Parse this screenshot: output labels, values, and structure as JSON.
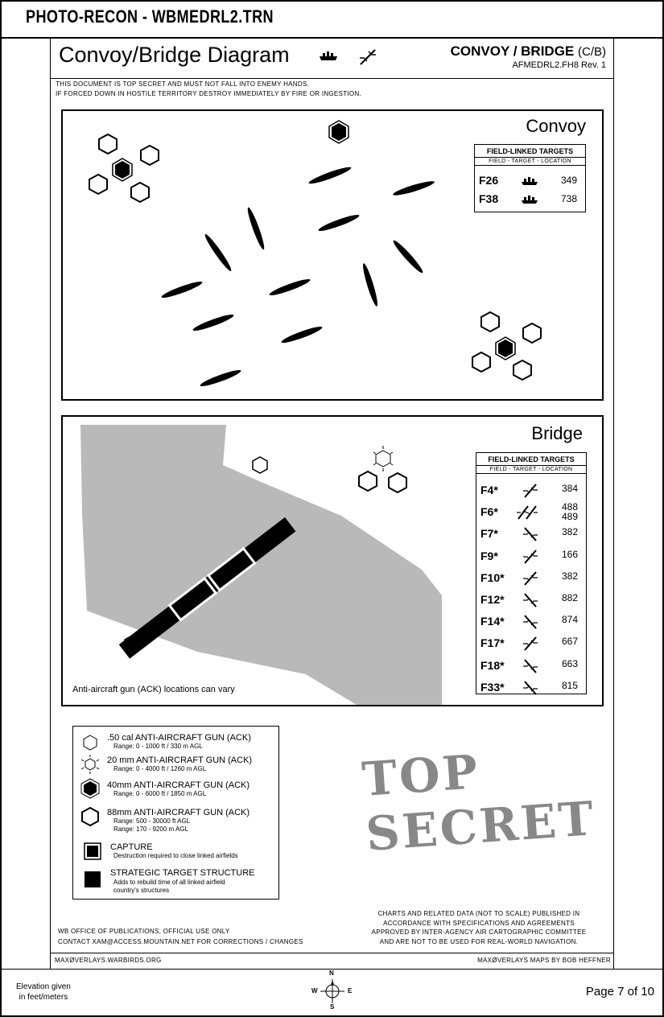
{
  "header": {
    "title": "PHOTO-RECON  - WBMEDRL2.TRN"
  },
  "doc": {
    "title": "Convoy/Bridge Diagram",
    "code": "CONVOY / BRIDGE",
    "code_suffix": "(C/B)",
    "file": "AFMEDRL2.FH8  Rev. 1",
    "warning_1": "THIS DOCUMENT IS TOP SECRET AND MUST NOT FALL INTO ENEMY HANDS.",
    "warning_2": "IF FORCED DOWN IN HOSTILE TERRITORY DESTROY IMMEDIATELY BY FIRE OR INGESTION."
  },
  "convoy": {
    "title": "Convoy",
    "table": {
      "heading": "FIELD-LINKED TARGETS",
      "subheading": "FIELD  -  TARGET  -  LOCATION",
      "rows": [
        {
          "field": "F26",
          "location": "349"
        },
        {
          "field": "F38",
          "location": "738"
        }
      ]
    }
  },
  "bridge": {
    "title": "Bridge",
    "note": "Anti-aircraft gun (ACK) locations can vary",
    "table": {
      "heading": "FIELD-LINKED TARGETS",
      "subheading": "FIELD  -  TARGET  -  LOCATION",
      "rows": [
        {
          "field": "F4*",
          "location": "384",
          "location2": "",
          "icon": "bridge-a-icon"
        },
        {
          "field": "F6*",
          "location": "488",
          "location2": "489",
          "icon": "bridge-double-icon"
        },
        {
          "field": "F7*",
          "location": "382",
          "location2": "",
          "icon": "bridge-b-icon"
        },
        {
          "field": "F9*",
          "location": "166",
          "location2": "",
          "icon": "bridge-a-icon"
        },
        {
          "field": "F10*",
          "location": "382",
          "location2": "",
          "icon": "bridge-a-icon"
        },
        {
          "field": "F12*",
          "location": "882",
          "location2": "",
          "icon": "bridge-b-icon"
        },
        {
          "field": "F14*",
          "location": "874",
          "location2": "",
          "icon": "bridge-b-icon"
        },
        {
          "field": "F17*",
          "location": "667",
          "location2": "",
          "icon": "bridge-a-icon"
        },
        {
          "field": "F18*",
          "location": "663",
          "location2": "",
          "icon": "bridge-b-icon"
        },
        {
          "field": "F33*",
          "location": "815",
          "location2": "",
          "icon": "bridge-b-icon"
        }
      ]
    }
  },
  "legend": {
    "items": [
      {
        "icon": "hexagon-small-icon",
        "title": ".50 cal  ANTI-AIRCRAFT GUN (ACK)",
        "sub1": "Range: 0 - 1000 ft / 330 m AGL",
        "sub2": ""
      },
      {
        "icon": "hexagon-burst-icon",
        "title": "20 mm ANTI-AIRCRAFT GUN (ACK)",
        "sub1": "Range: 0 - 4000 ft / 1260 m AGL",
        "sub2": ""
      },
      {
        "icon": "hexagon-filled-icon",
        "title": "40mm ANTI-AIRCRAFT GUN  (ACK)",
        "sub1": "Range: 0 - 6000 ft / 1850 m AGL",
        "sub2": ""
      },
      {
        "icon": "hexagon-large-icon",
        "title": "88mm ANTI-AIRCRAFT GUN  (ACK)",
        "sub1": "Range: 500 - 30000 ft AGL",
        "sub2": "Range: 170 - 9200 m AGL"
      },
      {
        "icon": "capture-icon",
        "title": "CAPTURE",
        "sub1": "Destruction required to close linked airfields",
        "sub2": ""
      },
      {
        "icon": "strategic-target-icon",
        "title": "STRATEGIC TARGET STRUCTURE",
        "sub1": "Adds to rebuild time of all linked airfield",
        "sub2": "country's structures"
      }
    ]
  },
  "stamp": "TOP SECRET",
  "footer": {
    "office_1": "WB OFFICE OF PUBLICATIONS, OFFICIAL USE ONLY",
    "office_2": "CONTACT XAM@ACCESS.MOUNTAIN.NET FOR CORRECTIONS / CHANGES",
    "charts_1": "CHARTS AND RELATED DATA (NOT TO SCALE) PUBLISHED IN",
    "charts_2": "ACCORDANCE WITH SPECIFICATIONS AND AGREEMENTS",
    "charts_3": "APPROVED BY INTER-AGENCY AIR CARTOGRAPHIC COMMITTEE",
    "charts_4": "AND ARE NOT TO BE USED FOR REAL-WORLD NAVIGATION.",
    "site": "MAXØVERLAYS.WARBIRDS.ORG",
    "credit": "MAXØVERLAYS MAPS BY BOB HEFFNER",
    "elevation_1": "Elevation given",
    "elevation_2": "in feet/meters",
    "compass_n": "N",
    "compass_s": "S",
    "compass_e": "E",
    "compass_w": "W",
    "page": "Page 7 of 10"
  }
}
